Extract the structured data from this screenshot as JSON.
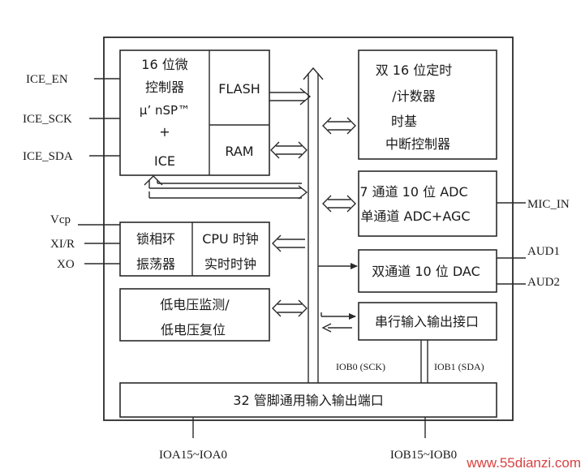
{
  "pins_left": {
    "ice_en": "ICE_EN",
    "ice_sck": "ICE_SCK",
    "ice_sda": "ICE_SDA",
    "vcp": "Vcp",
    "xi_r": "XI/R",
    "xo": "XO"
  },
  "mcu": {
    "line1": "16 位微",
    "line2": "控制器",
    "line3": "μ’ nSP™",
    "line4": "+",
    "line5": "ICE"
  },
  "flash": "FLASH",
  "ram": "RAM",
  "timer": {
    "line1": "双 16 位定时",
    "line2": "/计数器",
    "line3": "时基",
    "line4": "中断控制器"
  },
  "adc": {
    "line1": "7 通道 10 位 ADC",
    "line2": "单通道 ADC+AGC"
  },
  "pll": {
    "line1": "锁相环",
    "line2": "振荡器"
  },
  "clock": {
    "line1": "CPU 时钟",
    "line2": "实时时钟"
  },
  "dac": "双通道 10 位 DAC",
  "lvd": {
    "line1": "低电压监测/",
    "line2": "低电压复位"
  },
  "serial": "串行输入输出接口",
  "iob0": "IOB0 (SCK)",
  "iob1": "IOB1 (SDA)",
  "gpio": "32 管脚通用输入输出端口",
  "pins_right": {
    "mic_in": "MIC_IN",
    "aud1": "AUD1",
    "aud2": "AUD2"
  },
  "pins_bottom": {
    "ioa": "IOA15~IOA0",
    "iob": "IOB15~IOB0"
  },
  "watermark": "www.55dianzi.com"
}
